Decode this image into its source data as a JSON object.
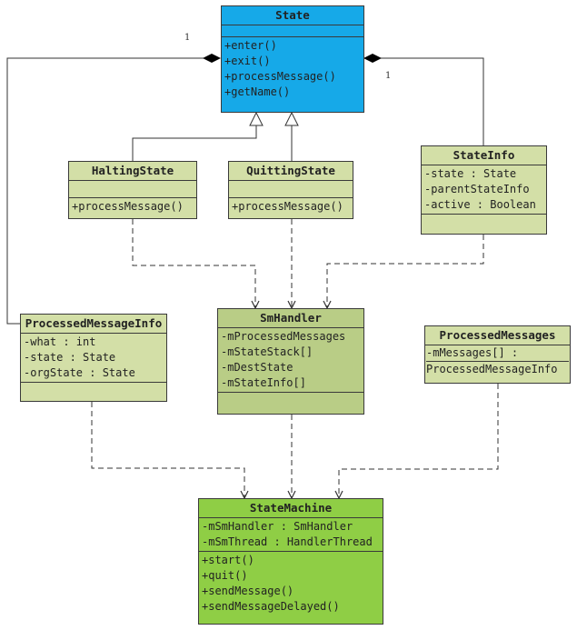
{
  "classes": {
    "state": {
      "name": "State",
      "attributes": [],
      "methods": [
        "+enter()",
        "+exit()",
        "+processMessage()",
        "+getName()"
      ]
    },
    "halting_state": {
      "name": "HaltingState",
      "attributes": [],
      "methods": [
        "+processMessage()"
      ]
    },
    "quitting_state": {
      "name": "QuittingState",
      "attributes": [],
      "methods": [
        "+processMessage()"
      ]
    },
    "state_info": {
      "name": "StateInfo",
      "attributes": [
        "-state : State",
        "-parentStateInfo",
        "-active : Boolean"
      ],
      "methods": []
    },
    "processed_message_info": {
      "name": "ProcessedMessageInfo",
      "attributes": [
        "-what : int",
        "-state : State",
        "-orgState : State"
      ],
      "methods": []
    },
    "sm_handler": {
      "name": "SmHandler",
      "attributes": [
        "-mProcessedMessages",
        "-mStateStack[]",
        "-mDestState",
        "-mStateInfo[]"
      ],
      "methods": []
    },
    "processed_messages": {
      "name": "ProcessedMessages",
      "attributes": [
        "-mMessages[] :",
        "ProcessedMessageInfo"
      ],
      "methods": []
    },
    "state_machine": {
      "name": "StateMachine",
      "attributes": [
        "-mSmHandler : SmHandler",
        "-mSmThread : HandlerThread"
      ],
      "methods": [
        "+start()",
        "+quit()",
        "+sendMessage()",
        "+sendMessageDelayed()"
      ]
    }
  },
  "multiplicities": {
    "left": "1",
    "right": "1"
  },
  "colors": {
    "state": "#16a9e8",
    "light_green": "#d3dfa7",
    "mid_green": "#b9cd86",
    "bright_green": "#8fce45",
    "line": "#333333"
  }
}
